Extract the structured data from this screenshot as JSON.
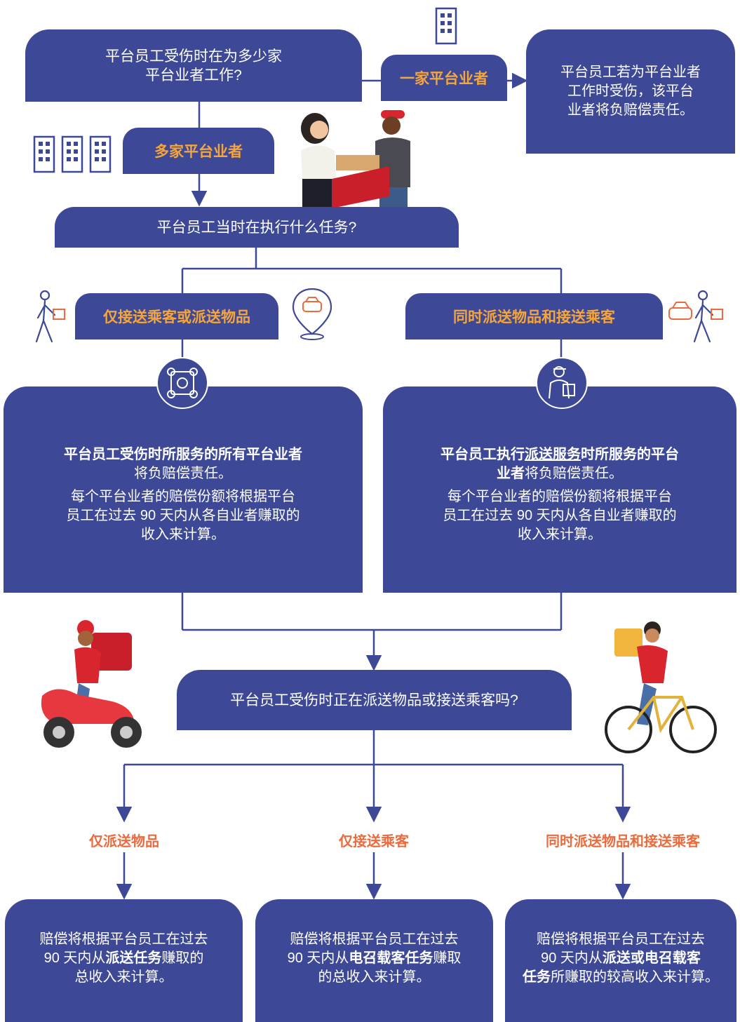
{
  "q1": {
    "line1": "平台员工受伤时在为多少家",
    "line2": "平台业者工作?"
  },
  "one_platform": {
    "label": "一家平台业者",
    "result_line1": "平台员工若为平台业者",
    "result_line2": "工作时受伤，该平台",
    "result_line3": "业者将负赔偿责任。"
  },
  "multi_platform": {
    "label": "多家平台业者"
  },
  "q2": {
    "text": "平台员工当时在执行什么任务?"
  },
  "left_branch": {
    "label": "仅接送乘客或派送物品",
    "p1_bold": "平台员工受伤时所服务的所有平台业者",
    "p1_rest": "将负赔偿责任。",
    "p2_line1": "每个平台业者的赔偿份额将根据平台",
    "p2_line2": "员工在过去 90 天内从各自业者赚取的",
    "p2_line3": "收入来计算。"
  },
  "right_branch": {
    "label": "同时派送物品和接送乘客",
    "p1_bold_a": "平台员工执行",
    "p1_underline": "派送服务",
    "p1_bold_b": "时所服务的平台",
    "p1_bold_c": "业者",
    "p1_rest": "将负赔偿责任。",
    "p2_line1": "每个平台业者的赔偿份额将根据平台",
    "p2_line2": "员工在过去 90 天内从各自业者赚取的",
    "p2_line3": "收入来计算。"
  },
  "q3": {
    "text": "平台员工受伤时正在派送物品或接送乘客吗?"
  },
  "outcomes": {
    "a": {
      "label": "仅派送物品",
      "l1": "赔偿将根据平台员工在过去",
      "l2a": "90 天内从",
      "l2b": "派送任务",
      "l2c": "赚取的",
      "l3": "总收入来计算。"
    },
    "b": {
      "label": "仅接送乘客",
      "l1": "赔偿将根据平台员工在过去",
      "l2a": "90 天内从",
      "l2b": "电召载客任务",
      "l2c": "赚取",
      "l3": "的总收入来计算。"
    },
    "c": {
      "label": "同时派送物品和接送乘客",
      "l1": "赔偿将根据平台员工在过去",
      "l2a": "90 天内从",
      "l2b": "派送或电召载客",
      "l3a": "任务",
      "l3b": "所赚取的较高收入来计算。"
    }
  },
  "colors": {
    "box": "#3d4896",
    "accent_orange": "#ec6a3b",
    "tab_gold": "#f5a53a"
  }
}
